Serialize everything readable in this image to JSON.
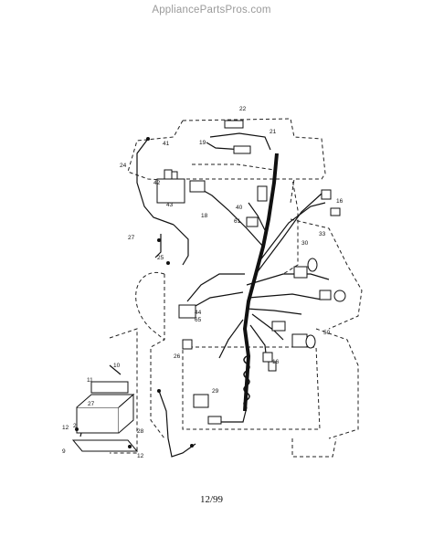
{
  "header": {
    "watermark": "AppliancePartsPros.com"
  },
  "diagram": {
    "callouts": [
      "22",
      "19",
      "21",
      "41",
      "42",
      "24",
      "43",
      "40",
      "16",
      "61",
      "27",
      "30",
      "33",
      "25",
      "44",
      "65",
      "50",
      "26",
      "16",
      "18",
      "10",
      "11",
      "27",
      "29",
      "12",
      "28",
      "12",
      "2",
      "9"
    ]
  },
  "footer": {
    "date_code": "12/99"
  }
}
